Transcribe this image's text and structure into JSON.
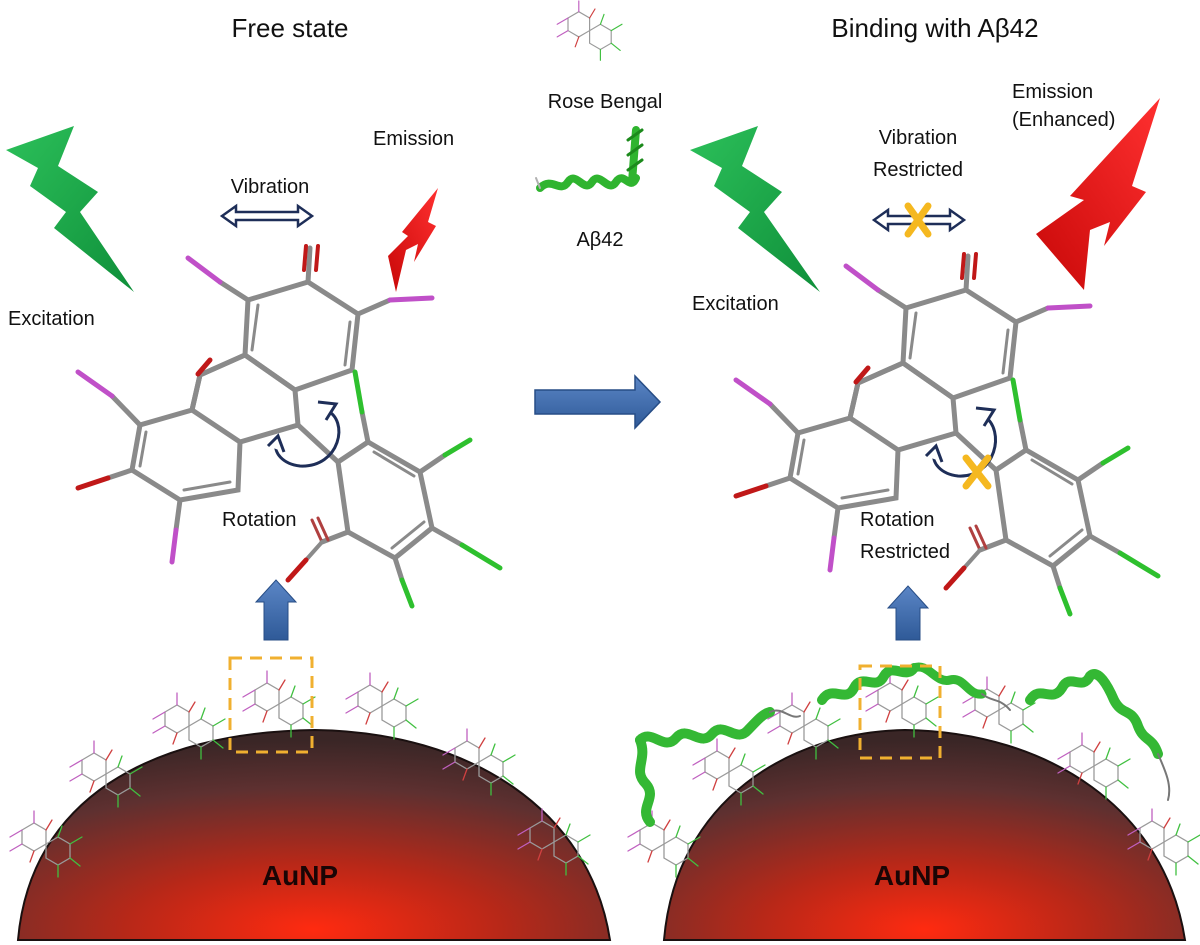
{
  "left_panel": {
    "title": "Free state",
    "excitation": "Excitation",
    "emission": "Emission",
    "vibration": "Vibration",
    "rotation": "Rotation",
    "particle": "AuNP"
  },
  "right_panel": {
    "title": "Binding with Aβ42",
    "excitation": "Excitation",
    "emission_line1": "Emission",
    "emission_line2": "(Enhanced)",
    "vibration_line1": "Vibration",
    "vibration_line2": "Restricted",
    "rotation_line1": "Rotation",
    "rotation_line2": "Restricted",
    "particle": "AuNP"
  },
  "legend": {
    "dye": "Rose Bengal",
    "peptide": "Aβ42"
  },
  "colors": {
    "excitation": "#1aa64a",
    "emission": "#e01010",
    "arrow": "#3f6aa8",
    "dashed_box": "#f0b030",
    "restrict_mark": "#f5b820",
    "iodine": "#c050c8",
    "chlorine": "#2ec02e",
    "oxygen": "#c01818",
    "bond": "#8a8a8a",
    "peptide": "#3cc43c"
  },
  "icons": [
    "excitation-bolt-icon",
    "emission-bolt-icon",
    "double-arrow-icon",
    "rotation-arrow-icon",
    "restrict-cross-icon",
    "block-arrow-icon",
    "up-arrow-icon"
  ]
}
